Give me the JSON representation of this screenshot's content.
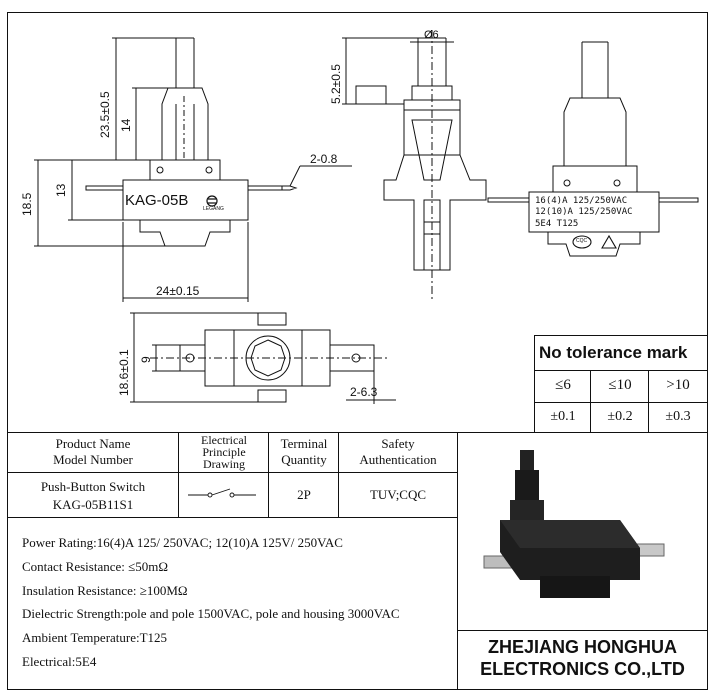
{
  "drawing": {
    "front_view": {
      "model_label": "KAG-05B",
      "brand_label": "LEGANG",
      "dim_total_height": "23.5±0.5",
      "dim_button_height": "14",
      "dim_body_height": "13",
      "dim_overall_height": "18.5",
      "dim_width": "24±0.15",
      "dim_terminal_thickness": "2-0.8"
    },
    "side_view": {
      "dim_diameter": "Ø6",
      "dim_travel": "5.2±0.5"
    },
    "rear_view": {
      "rating_line1": "16(4)A 125/250VAC",
      "rating_line2": "12(10)A 125/250VAC",
      "rating_line3": "5E4  T125",
      "cqc_mark": "CQC"
    },
    "bottom_view": {
      "dim_height": "18.6±0.1",
      "dim_inner": "9",
      "dim_terminal_width": "2-6.3"
    }
  },
  "tolerance_table": {
    "title": "No tolerance mark",
    "ranges": [
      "≤6",
      "≤10",
      ">10"
    ],
    "values": [
      "±0.1",
      "±0.2",
      "±0.3"
    ]
  },
  "spec_table": {
    "headers": {
      "product": [
        "Product Name",
        "Model Number"
      ],
      "electrical": [
        "Electrical",
        "Principle",
        "Drawing"
      ],
      "terminal": [
        "Terminal",
        "Quantity"
      ],
      "safety": [
        "Safety",
        "Authentication"
      ]
    },
    "row": {
      "product": [
        "Push-Button Switch",
        "KAG-05B11S1"
      ],
      "terminal": "2P",
      "safety": "TUV;CQC"
    }
  },
  "specs": [
    "Power Rating:16(4)A 125/ 250VAC; 12(10)A 125V/ 250VAC",
    "Contact Resistance: ≤50mΩ",
    "Insulation Resistance: ≥100MΩ",
    "Dielectric Strength:pole and pole 1500VAC, pole and housing 3000VAC",
    "Ambient Temperature:T125",
    "Electrical:5E4"
  ],
  "company": {
    "line1": "ZHEJIANG HONGHUA",
    "line2": "ELECTRONICS CO.,LTD"
  }
}
